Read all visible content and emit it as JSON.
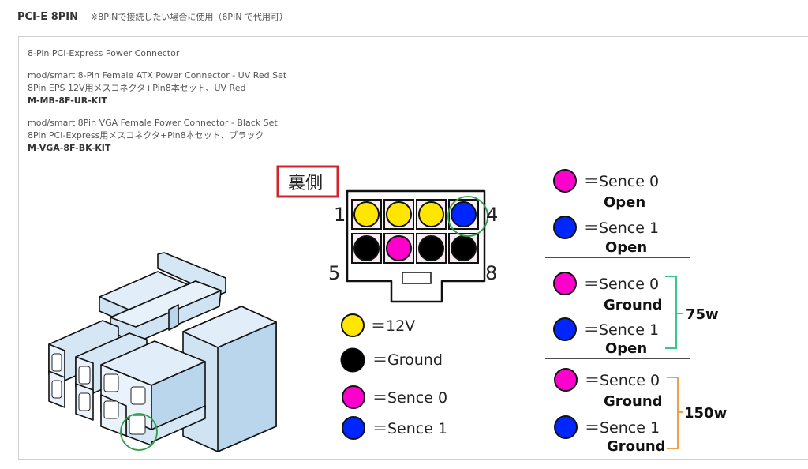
{
  "header": {
    "title": "PCI-E 8PIN",
    "note": "※8PINで接続したい場合に使用（6PIN で代用可）"
  },
  "description": {
    "connector_name": "8-Pin PCI-Express Power Connector",
    "products": [
      {
        "name": "mod/smart 8-Pin Female ATX Power Connector - UV Red Set",
        "subtitle": "8Pin EPS 12V用メスコネクタ+Pin8本セット、UV Red",
        "code": "M-MB-8F-UR-KIT"
      },
      {
        "name": "mod/smart 8Pin VGA Female Power Connector - Black Set",
        "subtitle": "8Pin PCI-Express用メスコネクタ+Pin8本セット、ブラック",
        "code": "M-VGA-8F-BK-KIT"
      }
    ]
  },
  "pinout": {
    "side_label": "裏側",
    "pin_numbers": {
      "top_left": "1",
      "top_right": "4",
      "bottom_left": "5",
      "bottom_right": "8"
    },
    "rows": [
      [
        "12V",
        "12V",
        "12V",
        "Sence 1"
      ],
      [
        "Ground",
        "Sence 0",
        "Ground",
        "Ground"
      ]
    ],
    "highlighted_pin": 4
  },
  "colors": {
    "12V": "#ffe600",
    "Ground": "#000000",
    "Sence 0": "#ff00cc",
    "Sence 1": "#0026ff",
    "highlight_circle": "#2e9e4a",
    "side_label_border": "#d0252b",
    "bracket_75w": "#3cc68f",
    "bracket_150w": "#f0a04b",
    "connector_body": "#d9eaf7"
  },
  "legend": [
    {
      "key": "12V",
      "label": "＝12V"
    },
    {
      "key": "Ground",
      "label": "＝Ground"
    },
    {
      "key": "Sence 0",
      "label": "＝Sence 0"
    },
    {
      "key": "Sence 1",
      "label": "＝Sence 1"
    }
  ],
  "sense_table": [
    {
      "wattage": "",
      "entries": [
        {
          "key": "Sence 0",
          "label": "＝Sence 0",
          "state": "Open"
        },
        {
          "key": "Sence 1",
          "label": "＝Sence 1",
          "state": "Open"
        }
      ]
    },
    {
      "wattage": "75w",
      "entries": [
        {
          "key": "Sence 0",
          "label": "＝Sence 0",
          "state": "Ground"
        },
        {
          "key": "Sence 1",
          "label": "＝Sence 1",
          "state": "Open"
        }
      ]
    },
    {
      "wattage": "150w",
      "entries": [
        {
          "key": "Sence 0",
          "label": "＝Sence 0",
          "state": "Ground"
        },
        {
          "key": "Sence 1",
          "label": "＝Sence 1",
          "state": "Ground"
        }
      ]
    }
  ]
}
